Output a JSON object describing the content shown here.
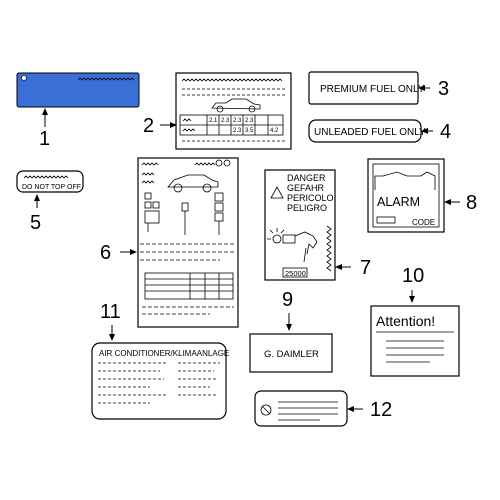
{
  "labels": {
    "premium": "PREMIUM FUEL ONLY",
    "unleaded": "UNLEADED FUEL ONLY",
    "do_not_top_off": "DO NOT TOP OFF",
    "danger_lines": [
      "DANGER",
      "GEFAHR",
      "PERICOLO",
      "PELIGRO"
    ],
    "danger_code": "25000",
    "alarm": "ALARM",
    "code": "CODE",
    "daimler": "G. DAIMLER",
    "attention": "Attention!",
    "aircon": "AIR CONDITIONER/KLIMAANLAGE",
    "tire_values_row1": [
      "2.1",
      "2.3",
      "2.3",
      "2.3"
    ],
    "tire_values_row2": [
      "2.3",
      "3.5",
      "4.2"
    ]
  },
  "callouts": {
    "n1": "1",
    "n2": "2",
    "n3": "3",
    "n4": "4",
    "n5": "5",
    "n6": "6",
    "n7": "7",
    "n8": "8",
    "n9": "9",
    "n10": "10",
    "n11": "11",
    "n12": "12"
  },
  "colors": {
    "label1_fill": "#3a6fd8"
  }
}
